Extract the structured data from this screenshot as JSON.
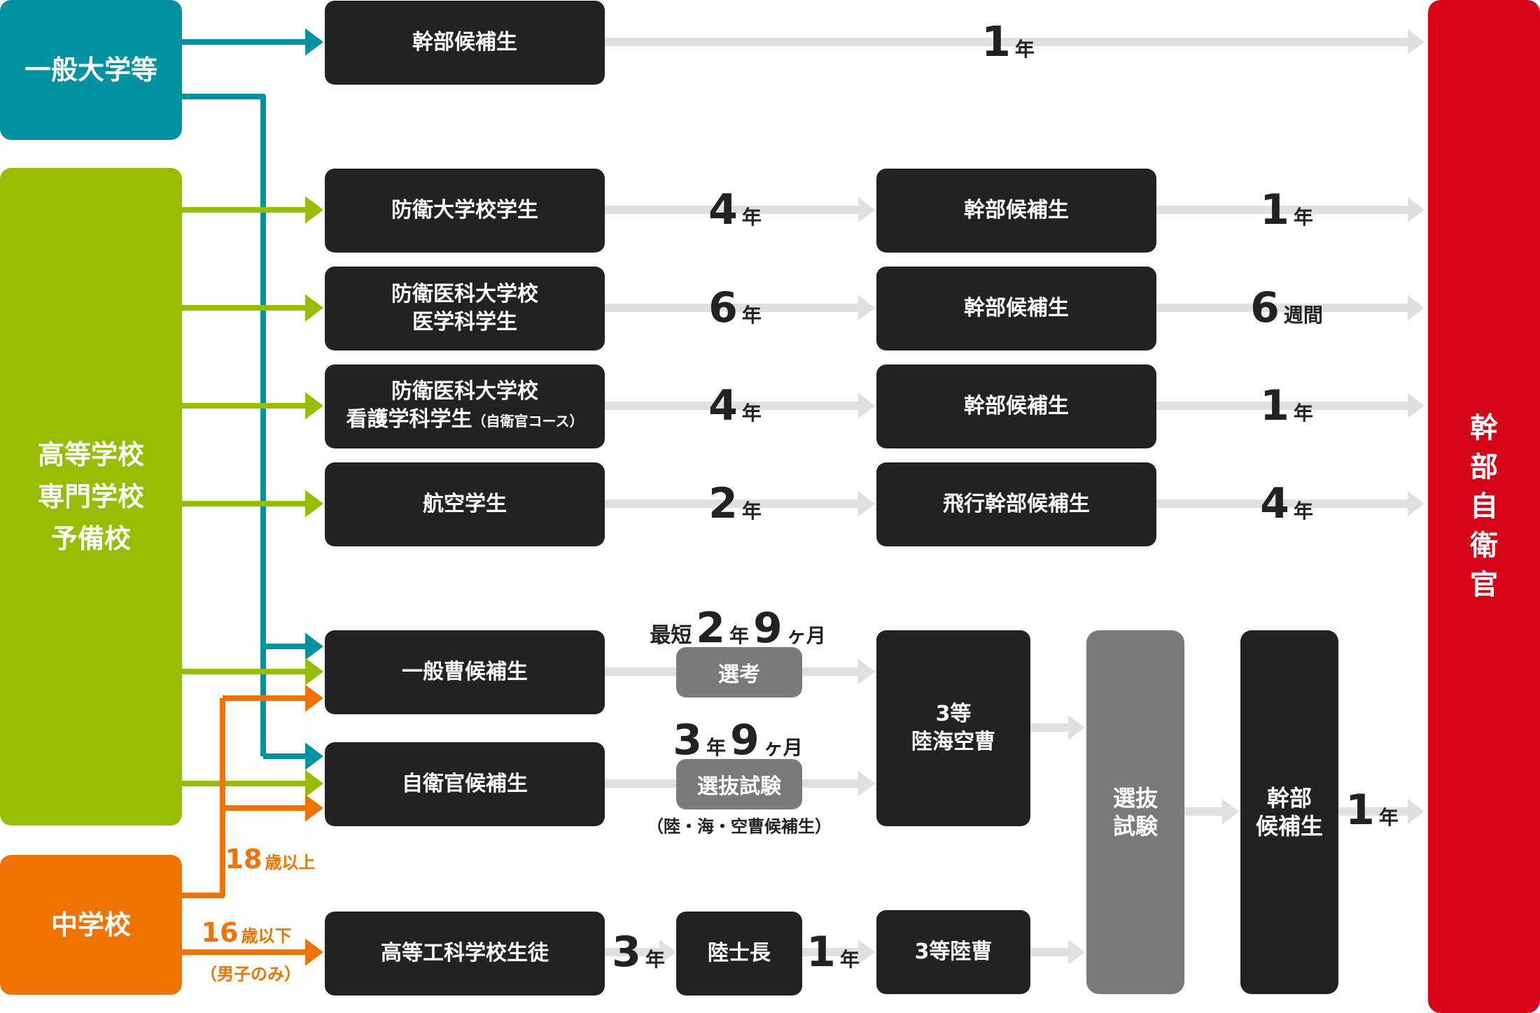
{
  "colors": {
    "teal": "#00929e",
    "green": "#96bd00",
    "orange": "#f07300",
    "red": "#d70418",
    "dark": "#222222",
    "grey": "#7a7a7a",
    "arrow": "#e0e0e0"
  },
  "sources": {
    "university": "一般大学等",
    "highschool": [
      "高等学校",
      "専門学校",
      "予備校"
    ],
    "juniorhigh": "中学校"
  },
  "target": {
    "chars": [
      "幹",
      "部",
      "自",
      "衛",
      "官"
    ]
  },
  "courses": {
    "kanbu_direct": "幹部候補生",
    "boei_daigaku": "防衛大学校学生",
    "ika_igaku": [
      "防衛医科大学校",
      "医学科学生"
    ],
    "ika_kango": {
      "line1": "防衛医科大学校",
      "line2": "看護学科学生",
      "note": "（自衛官コース）"
    },
    "koku": "航空学生",
    "kanbu_2": "幹部候補生",
    "kanbu_3": "幹部候補生",
    "kanbu_4": "幹部候補生",
    "hiko_kanbu": "飛行幹部候補生",
    "ippan_so": "一般曹候補生",
    "jieikan_kohosei": "自衛官候補生",
    "koto_kouka": "高等工科学校生徒",
    "rikushicho": "陸士長",
    "sanso_rikukaiku": [
      "3等",
      "陸海空曹"
    ],
    "sanso_riku": "3等陸曹",
    "senbatsu_shiken": [
      "選抜",
      "試験"
    ],
    "kanbu_kohosei_final": [
      "幹部",
      "候補生"
    ]
  },
  "pills": {
    "senko": "選考",
    "senbatsu": "選抜試験"
  },
  "notes": {
    "shortest": "最短",
    "kohosei_note": "（陸・海・空曹候補生）",
    "boys_only": "（男子のみ）"
  },
  "durations": {
    "r1": {
      "n": "1",
      "u": "年"
    },
    "r2a": {
      "n": "4",
      "u": "年"
    },
    "r2b": {
      "n": "1",
      "u": "年"
    },
    "r3a": {
      "n": "6",
      "u": "年"
    },
    "r3b": {
      "n": "6",
      "u": "週間"
    },
    "r4a": {
      "n": "4",
      "u": "年"
    },
    "r4b": {
      "n": "1",
      "u": "年"
    },
    "r5a": {
      "n": "2",
      "u": "年"
    },
    "r5b": {
      "n": "4",
      "u": "年"
    },
    "ippan": {
      "n1": "2",
      "u1": "年",
      "n2": "9",
      "u2": "ヶ月"
    },
    "jieikan": {
      "n1": "3",
      "u1": "年",
      "n2": "9",
      "u2": "ヶ月"
    },
    "kouka": {
      "n": "3",
      "u": "年"
    },
    "shicho": {
      "n": "1",
      "u": "年"
    },
    "final": {
      "n": "1",
      "u": "年"
    }
  },
  "ages": {
    "over18": {
      "n": "18",
      "u": "歳以上"
    },
    "under16": {
      "n": "16",
      "u": "歳以下"
    }
  }
}
